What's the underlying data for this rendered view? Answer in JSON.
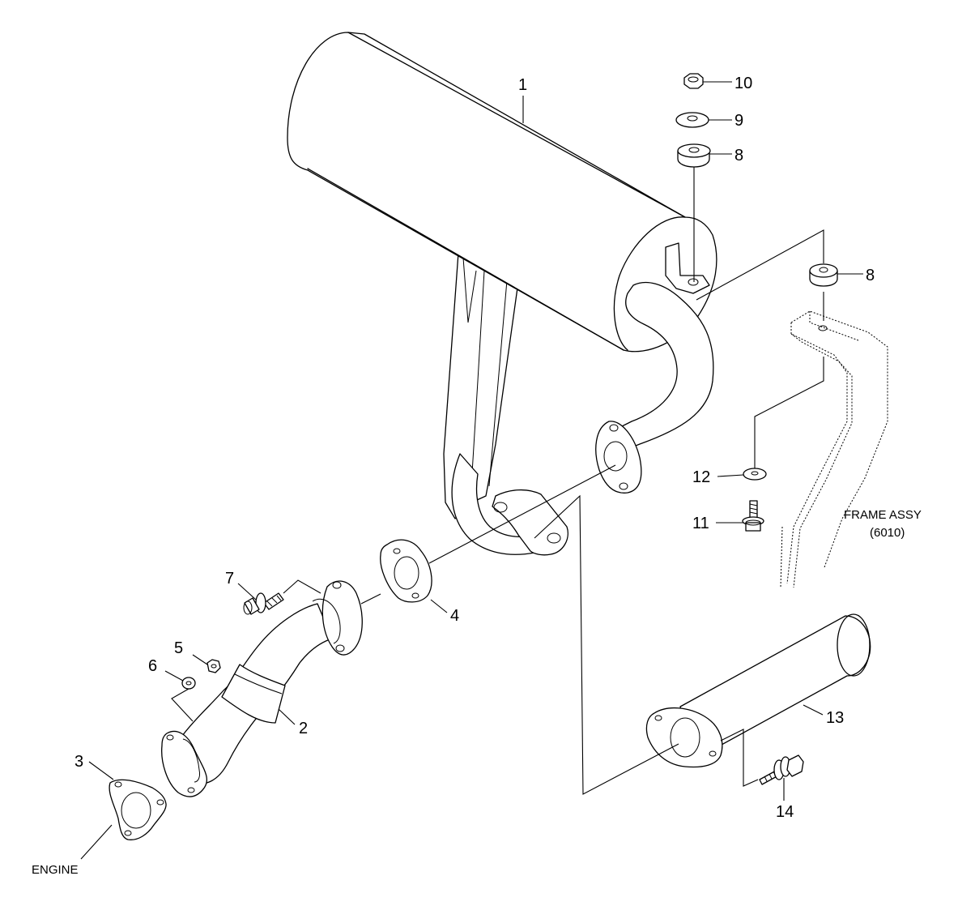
{
  "callouts": {
    "p1": "1",
    "p2": "2",
    "p3": "3",
    "p4": "4",
    "p5": "5",
    "p6": "6",
    "p7": "7",
    "p8a": "8",
    "p8b": "8",
    "p9": "9",
    "p10": "10",
    "p11": "11",
    "p12": "12",
    "p13": "13",
    "p14": "14"
  },
  "labels": {
    "engine": "ENGINE",
    "frame_line1": "FRAME ASSY",
    "frame_line2": "(6010)"
  }
}
